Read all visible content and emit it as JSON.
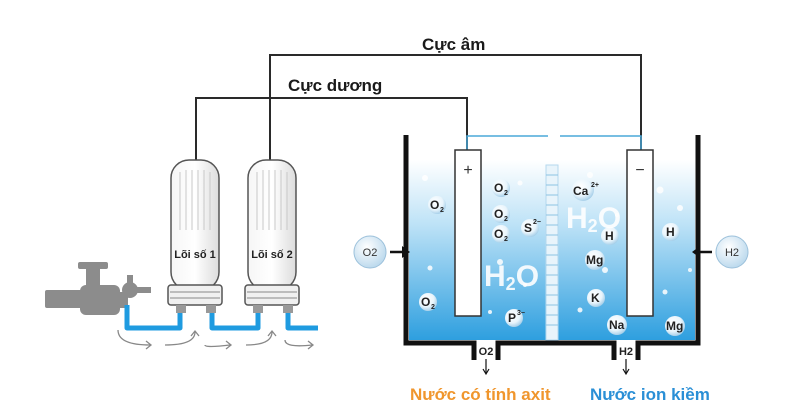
{
  "labels": {
    "negative_pole": "Cực âm",
    "positive_pole": "Cực dương",
    "filter1": "Lõi số 1",
    "filter2": "Lõi số 2",
    "plus_sign": "+",
    "minus_sign": "−",
    "acid_water": "Nước có tính axit",
    "alkaline_water": "Nước ion kiềm",
    "oxygen_in": "O2",
    "hydrogen_in": "H2",
    "oxygen_out": "O2",
    "hydrogen_out": "H2"
  },
  "colors": {
    "acid": "#f0962d",
    "alkaline": "#2a8fd6",
    "pipe": "#1f9be0",
    "water_top": "#ffffff",
    "water_bottom": "#2e9fdf"
  },
  "anode_side": {
    "molecule": "H2O",
    "ions": [
      {
        "text": "O",
        "sub": "2"
      },
      {
        "text": "O",
        "sub": "2"
      },
      {
        "text": "O",
        "sub": "2"
      },
      {
        "text": "O",
        "sub": "2"
      },
      {
        "text": "O",
        "sub": "2"
      },
      {
        "text": "S",
        "sup": "2−"
      },
      {
        "text": "P",
        "sup": "3−"
      }
    ]
  },
  "cathode_side": {
    "molecule": "H2O",
    "ions": [
      {
        "text": "Ca",
        "sup": "2+"
      },
      {
        "text": "H"
      },
      {
        "text": "Mg"
      },
      {
        "text": "K"
      },
      {
        "text": "Na"
      },
      {
        "text": "H"
      },
      {
        "text": "Mg"
      }
    ]
  }
}
